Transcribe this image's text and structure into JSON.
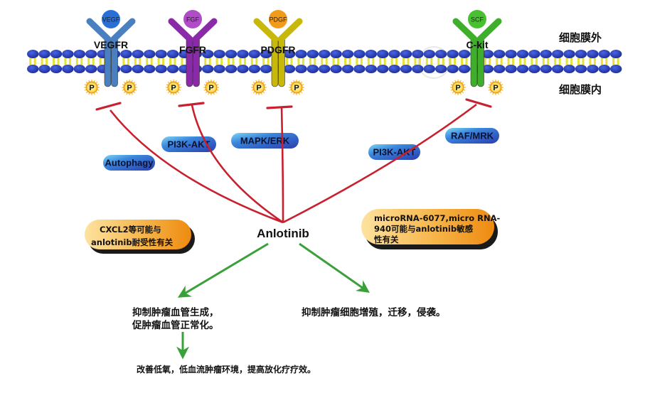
{
  "diagram": {
    "title_drug": "Anlotinib",
    "compartments": {
      "outside": "细胞膜外",
      "inside": "细胞膜内"
    },
    "receptors": [
      {
        "id": "vegfr",
        "label": "VEGFR",
        "ligand": "VEGF",
        "color": "#4a7fc0",
        "ligand_color": "#2a6fd8"
      },
      {
        "id": "fgfr",
        "label": "FGFR",
        "ligand": "FGF",
        "color": "#8a2aa8",
        "ligand_color": "#b04cc8"
      },
      {
        "id": "pdgfr",
        "label": "PDGFR",
        "ligand": "PDGF",
        "color": "#c8b80c",
        "ligand_color": "#f29a1a"
      },
      {
        "id": "ckit",
        "label": "C-kit",
        "ligand": "SCF",
        "color": "#3fae2a",
        "ligand_color": "#48c030"
      }
    ],
    "phospho_label": "P",
    "pathways": [
      {
        "id": "autophagy",
        "label": "Autophagy"
      },
      {
        "id": "pi3k-akt-1",
        "label": "PI3K-AKT"
      },
      {
        "id": "mapk-erk",
        "label": "MAPK/ERK"
      },
      {
        "id": "pi3k-akt-2",
        "label": "PI3K-AKT"
      },
      {
        "id": "raf-mrk",
        "label": "RAF/MRK"
      }
    ],
    "notes": {
      "left": [
        "CXCL2等可能与",
        "anlotinib耐受性有关"
      ],
      "right": [
        "microRNA-6077,micro RNA-",
        "940可能与anlotinib敏感",
        "性有关"
      ]
    },
    "outcomes": {
      "angiogenesis": [
        "抑制肿瘤血管生成，",
        "促肿瘤血管正常化。"
      ],
      "proliferation": "抑制肿瘤细胞增殖，迁移，侵袭。",
      "microenvironment": "改善低氧，低血流肿瘤环境，提高放化疗疗效。"
    },
    "colors": {
      "inhibit_line": "#c8202e",
      "activate_arrow": "#3aa03a",
      "membrane_head": "#2438b0",
      "membrane_tail": "#e6e23a",
      "pill_blue": "#2a5cc8",
      "note_orange": "#f0a020"
    }
  }
}
